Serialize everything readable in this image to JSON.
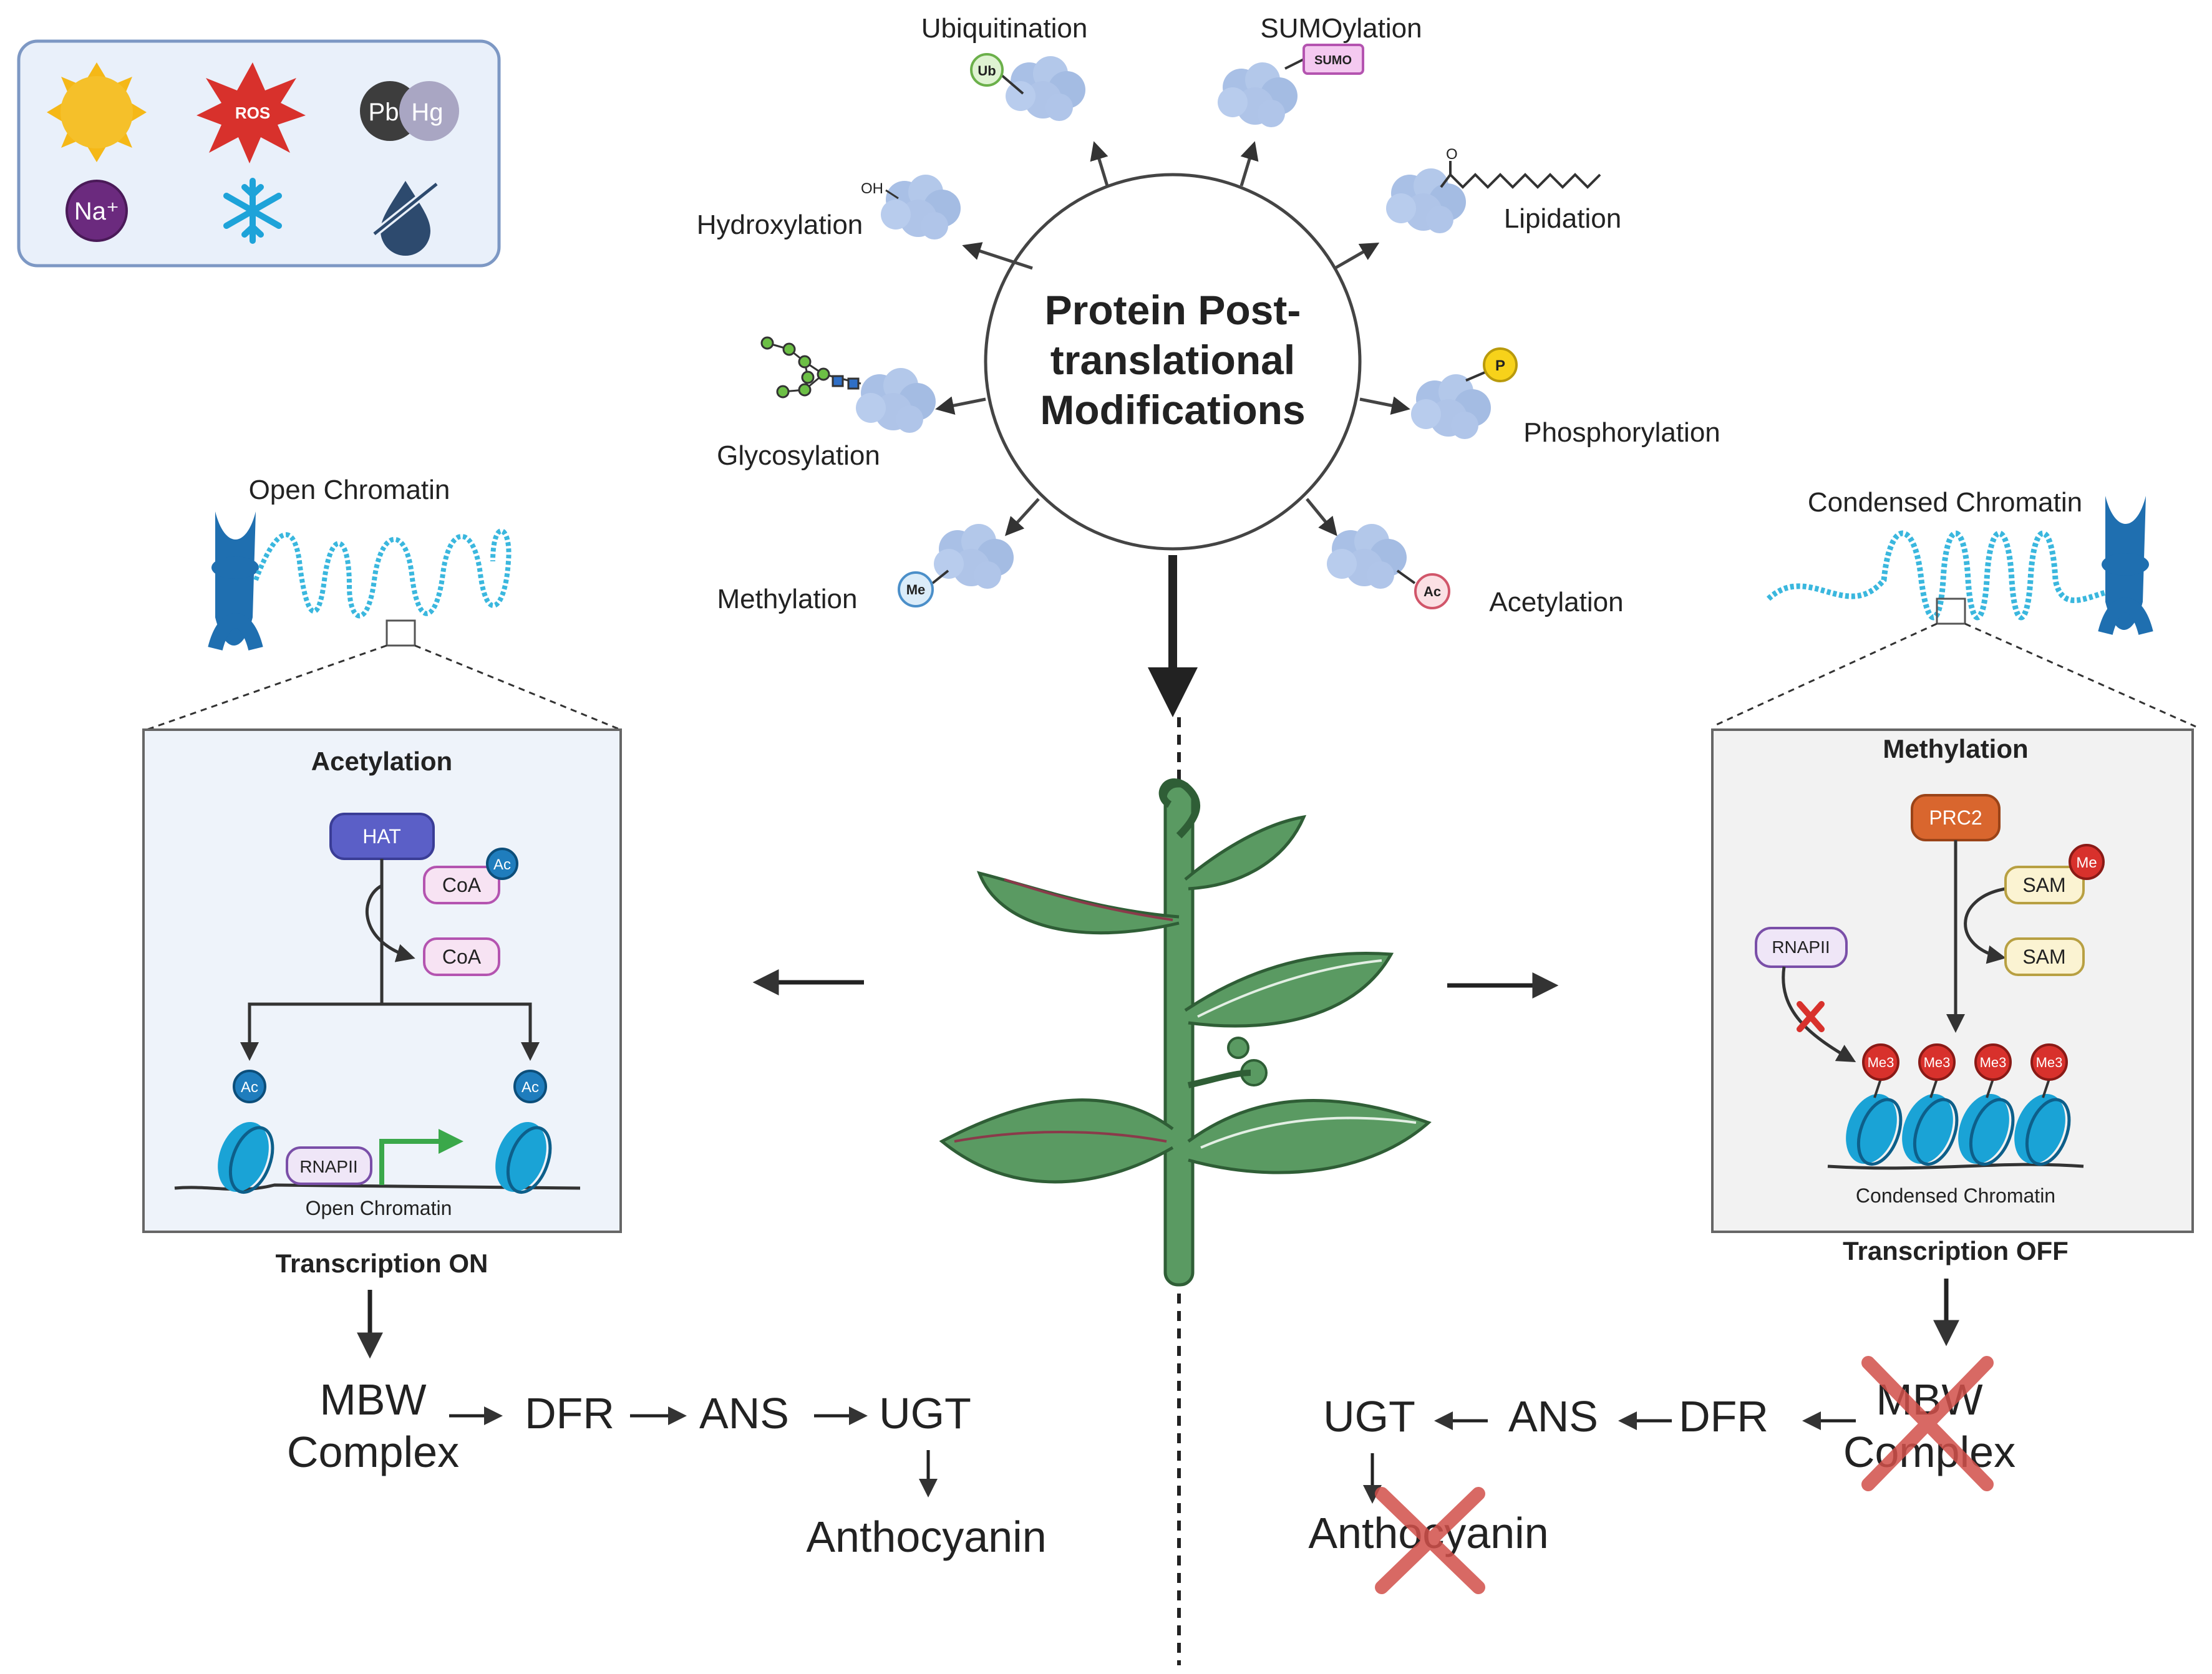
{
  "center": {
    "line1": "Protein Post-",
    "line2": "translational",
    "line3": "Modifications"
  },
  "stress_icons": [
    "sun-icon",
    "ros-burst-icon",
    "heavy-metal-icon",
    "sodium-ion-icon",
    "cold-snowflake-icon",
    "drought-icon"
  ],
  "stress_labels": {
    "ros": "ROS",
    "pb": "Pb",
    "hg": "Hg",
    "na": "Na⁺"
  },
  "ptms": {
    "ubiquitination": "Ubiquitination",
    "sumoylation": "SUMOylation",
    "hydroxylation": "Hydroxylation",
    "lipidation": "Lipidation",
    "glycosylation": "Glycosylation",
    "phosphorylation": "Phosphorylation",
    "methylation": "Methylation",
    "acetylation": "Acetylation"
  },
  "ptm_tags": {
    "ub": "Ub",
    "sumo": "SUMO",
    "oh": "OH",
    "o": "O",
    "p": "P",
    "me": "Me",
    "ac": "Ac"
  },
  "left": {
    "chromatin_title": "Open Chromatin",
    "box_title": "Acetylation",
    "hat": "HAT",
    "coa_ac": "CoA",
    "ac_tag": "Ac",
    "coa": "CoA",
    "rnapii": "RNAPII",
    "box_caption": "Open Chromatin",
    "transcription": "Transcription ON",
    "mbw_line1": "MBW",
    "mbw_line2": "Complex",
    "dfr": "DFR",
    "ans": "ANS",
    "ugt": "UGT",
    "product": "Anthocyanin"
  },
  "right": {
    "chromatin_title": "Condensed Chromatin",
    "box_title": "Methylation",
    "prc2": "PRC2",
    "sam_me": "SAM",
    "me_tag": "Me",
    "sam": "SAM",
    "rnapii": "RNAPII",
    "me3": "Me3",
    "box_caption": "Condensed Chromatin",
    "transcription": "Transcription OFF",
    "mbw_line1": "MBW",
    "mbw_line2": "Complex",
    "dfr": "DFR",
    "ans": "ANS",
    "ugt": "UGT",
    "product": "Anthocyanin"
  },
  "colors": {
    "protein": "#a9c0e6",
    "hat": "#5b5fc7",
    "prc2": "#d9662e",
    "nucleosome": "#1aa3d6",
    "chromosome": "#1f6fb0",
    "plant": "#5a9a62",
    "cross": "#d2504a"
  }
}
